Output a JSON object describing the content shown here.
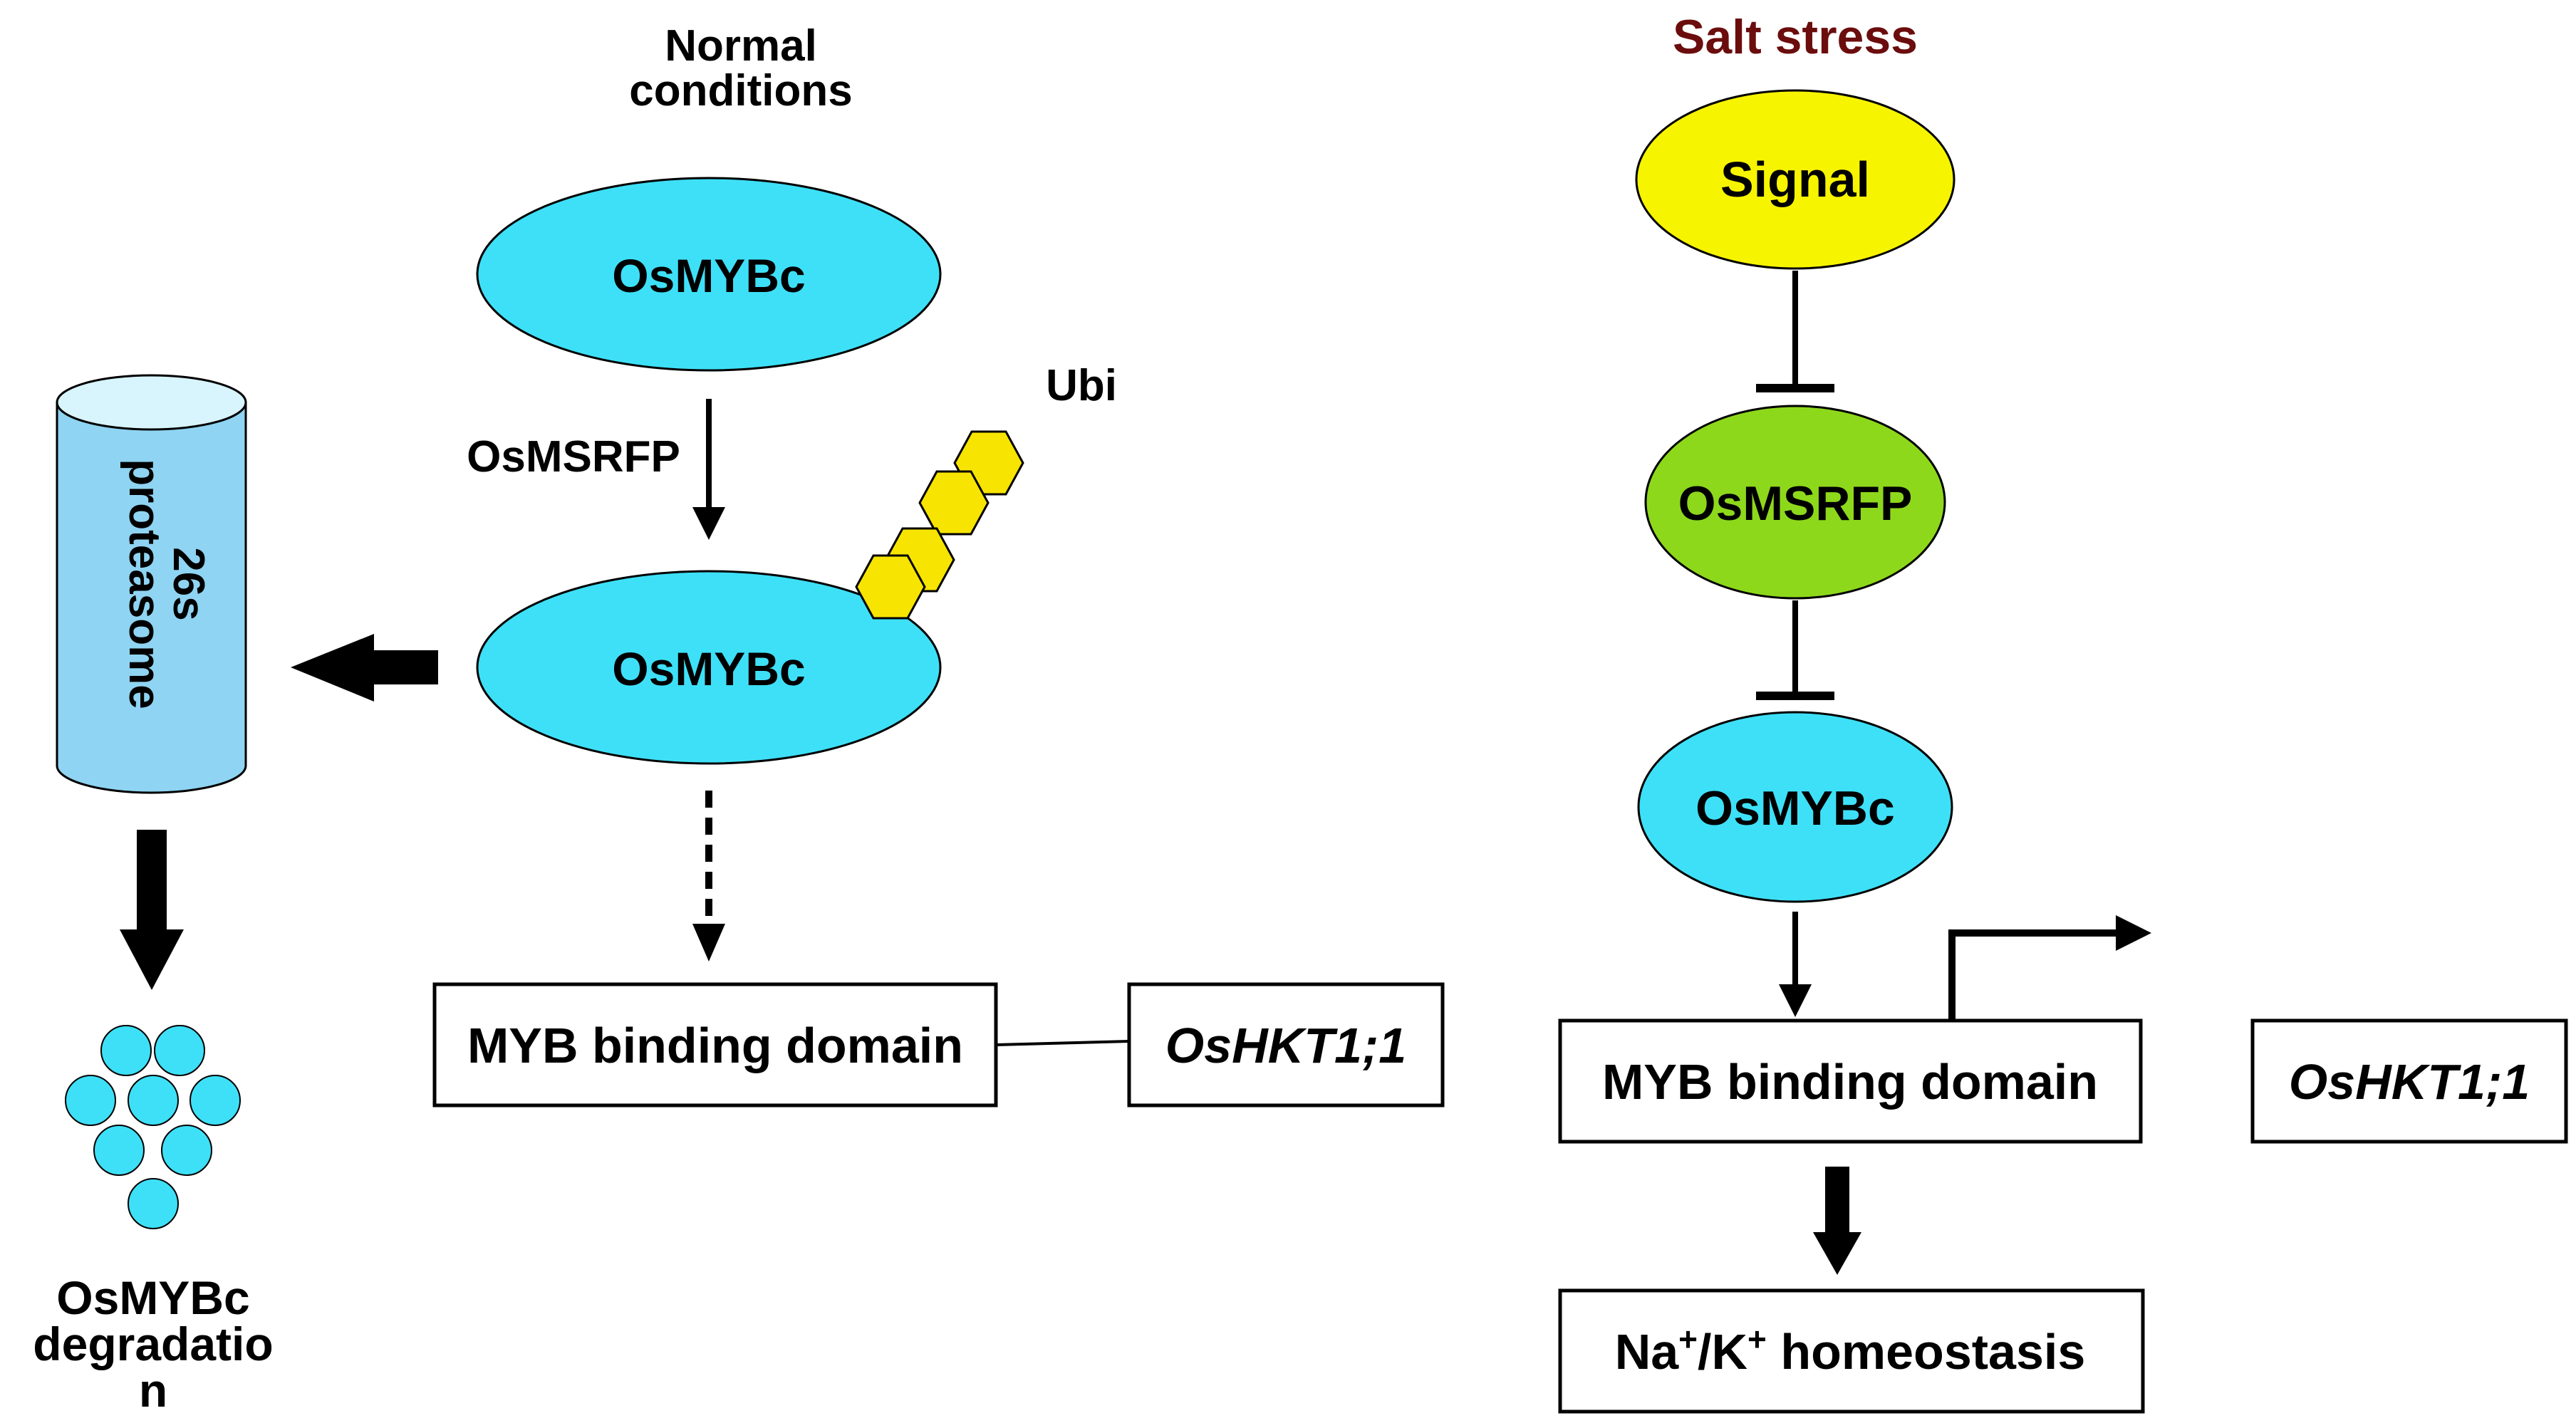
{
  "colors": {
    "cyan": "#3ee0f7",
    "yellow": "#f7f400",
    "green": "#8ed81c",
    "hexagon": "#f7e400",
    "proteasome_top": "#d8f4fd",
    "proteasome_body": "#8fd4f2",
    "salt_title": "#6b0d0d",
    "black": "#000000"
  },
  "left": {
    "title_line1": "Normal",
    "title_line2": "conditions",
    "protein_top": "OsMYBc",
    "arrow_label": "OsMSRFP",
    "ubi_label": "Ubi",
    "protein_bottom": "OsMYBc",
    "proteasome_line1": "26s",
    "proteasome_line2": "proteasome",
    "degradation_line1": "OsMYBc",
    "degradation_line2": "degradatio",
    "degradation_line3": "n",
    "binding_domain": "MYB binding domain",
    "gene": "OsHKT1;1"
  },
  "right": {
    "title": "Salt stress",
    "signal": "Signal",
    "regulator": "OsMSRFP",
    "protein": "OsMYBc",
    "binding_domain": "MYB binding domain",
    "gene": "OsHKT1;1",
    "homeostasis_na": "Na",
    "homeostasis_sup1": "+",
    "homeostasis_k": "/K",
    "homeostasis_sup2": "+",
    "homeostasis_rest": " homeostasis"
  }
}
